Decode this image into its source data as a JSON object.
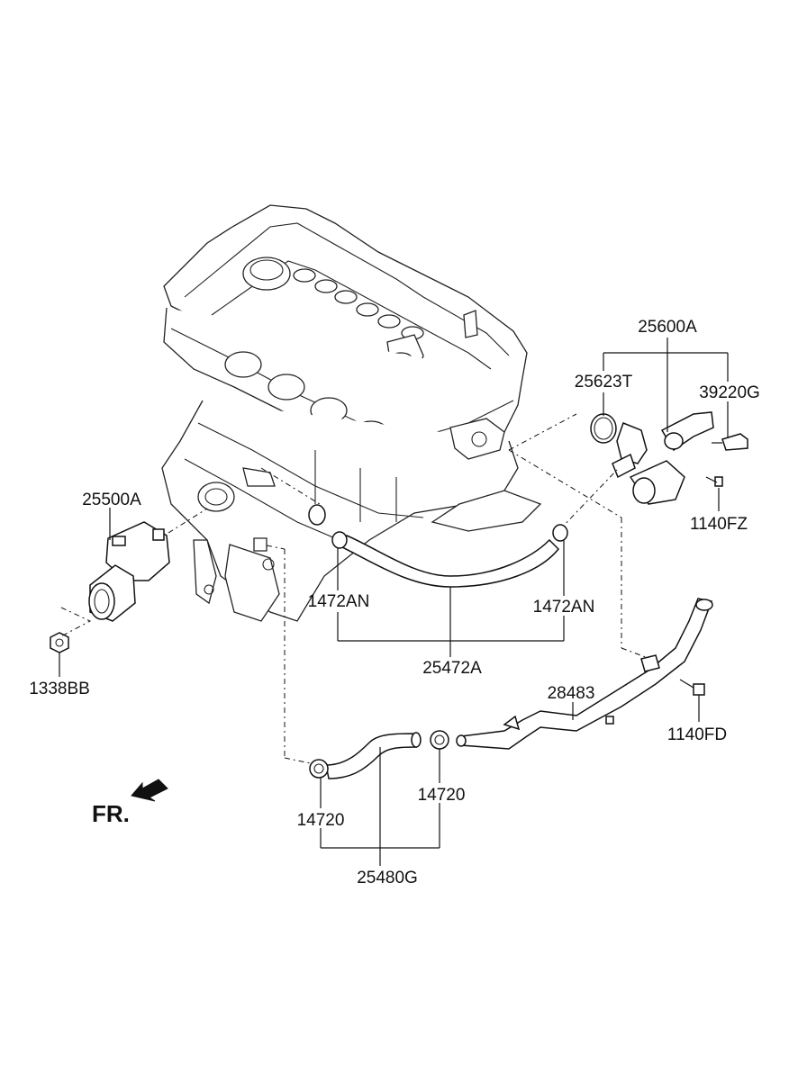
{
  "labels": {
    "p25600A": "25600A",
    "p25623T": "25623T",
    "p39220G": "39220G",
    "p1140FZ": "1140FZ",
    "p25500A": "25500A",
    "p1338BB": "1338BB",
    "p1472AN_left": "1472AN",
    "p1472AN_right": "1472AN",
    "p25472A": "25472A",
    "p28483": "28483",
    "p1140FD": "1140FD",
    "p14720_right": "14720",
    "p14720_left": "14720",
    "p25480G": "25480G"
  },
  "fr": {
    "label": "FR."
  }
}
